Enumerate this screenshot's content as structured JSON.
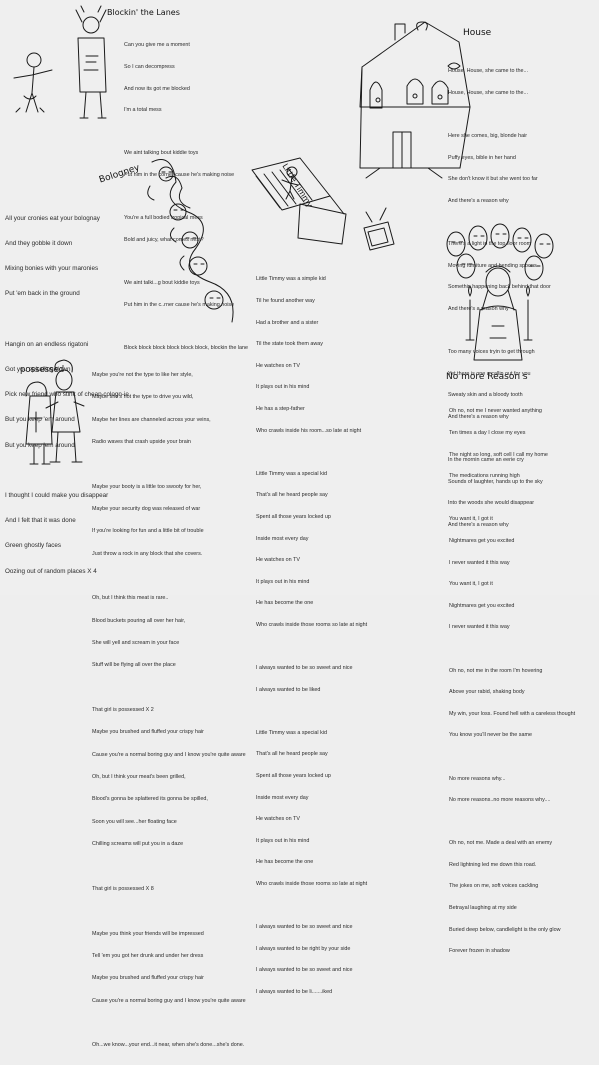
{
  "songs": {
    "blockin": {
      "title": "Blockin' the Lanes",
      "lines": [
        "Can you give me a moment",
        "So I can decompress",
        "And now its got me blocked",
        "I'm a total mess",
        "",
        "We aint talking bout kiddie toys",
        "Put him in the corner cause he's making noise",
        "",
        "You're a full bodied tropical mess",
        "Bold and juicy, what comes next?",
        "",
        "We aint talki...g bout kiddie toys",
        "Put him in the c..rner cause he's making noise",
        "",
        "Block block block block block block, blockin the lane"
      ]
    },
    "house": {
      "title": "House",
      "lines": [
        "House, House, she came to the...",
        "House, House, she came to the...",
        "",
        "Here she comes, big, blonde hair",
        "Puffy eyes, bible in her hand",
        "She don't know it but she went too far",
        "And there's a reason why",
        "",
        "There's a light in the top floor room",
        "Moving furniture and bending spoons",
        "Somethin happening back behind that door",
        "And there's a reason why",
        "",
        "Too many voices tryin to get through",
        "Yet there is one a callin out for you",
        "Sweaty skin and a bloody tooth",
        "And there's a reason why",
        "",
        "In the mornin came an eerie cry",
        "Sounds of laughter, hands up to the sky",
        "Into the woods she would disappear",
        "And there's a reason why"
      ]
    },
    "bologney": {
      "title": "Bologney",
      "lines": [
        "All your cronies eat your bolognay",
        "And they gobble it down",
        "Mixing bonies with your maronies",
        "Put 'em back in the ground",
        "",
        "Hangin on an endless rigatoni",
        "Got you spiralling down",
        "Pick new friend who stink of cheap cologn-ie",
        "But you keep 'em around",
        "But you keep 'em around",
        "",
        "I thought I could make you disappear",
        "And I felt that it was done",
        "Green ghostly faces",
        "Oozing out of random places X 4"
      ]
    },
    "timmy": {
      "title": "Little Timmy",
      "lines": [
        "Little Timmy was a simple kid",
        "Til he found another way",
        "Had a brother and a sister",
        "Til the state took them away",
        "He watches on TV",
        "It plays out in his mind",
        "He has a step-father",
        "Who crawls inside his room...so late at night",
        "",
        "Little Timmy was a special kid",
        "That's all he heard people say",
        "Spent all those years locked up",
        "Inside most every day",
        "He watches on TV",
        "It plays out in his mind",
        "He has become the one",
        "Who crawls inside those rooms so late at night",
        "",
        "I always wanted to be so sweet and nice",
        "I always wanted to be liked",
        "",
        "Little Timmy was a special kid",
        "That's all he heard people say",
        "Spent all those years locked up",
        "Inside most every day",
        "He watches on TV",
        "It plays out in his mind",
        "He has become the one",
        "Who crawls inside those rooms so late at night",
        "",
        "I always wanted to be so sweet and nice",
        "I always wanted to be right by your side",
        "I always wanted to be so sweet and nice",
        "I always wanted to be li.......iked"
      ]
    },
    "possessed": {
      "title": "possessed",
      "lines": [
        "Maybe you're not the type to like her style,",
        "Maybe she's not the type to drive you wild,",
        "Maybe her lines are channeled across your veins,",
        "Radio waves that crash upside your brain",
        "",
        "Maybe your booty is a little too swooty for her,",
        "Maybe your security dog was released of war",
        "If you're looking for fun and a little bit of trouble",
        "Just throw a rock in any block that she covers.",
        "",
        "Oh, but I think this meat is rare..",
        "Blood buckets pouring all over her hair,",
        "She will yell and scream in your face",
        "Stuff will be flying all over the place",
        "",
        "That girl is possessed X 2",
        "Maybe you brushed and fluffed your crispy hair",
        "Cause you're a normal boring guy and I know you're quite aware",
        "Oh, but I think your meat's been grilled,",
        "Blood's gonna be splattered its gonna be spilled,",
        "Soon you will see...her floating face",
        "Chilling screams will put you in a daze",
        "",
        "That girl is possessed X 8",
        "",
        "Maybe you think your friends will be impressed",
        "Tell 'em you got her drunk and under her dress",
        "Maybe you brushed and fluffed your crispy hair",
        "Cause you're a normal boring guy and I know you're quite aware",
        "",
        "Oh...we know...your end...it near, when she's done...she's done."
      ]
    },
    "noreasons": {
      "title": "No more Reason s",
      "lines": [
        "Oh no, not me I never wanted anything",
        "Ten times a day I close my eyes",
        "The night so long, soft cell I call my home",
        "The medications running high",
        "",
        "You want it, I got it",
        "Nightmares get you excited",
        "I never wanted it this way",
        "You want it, I got it",
        "Nightmares get you excited",
        "I never wanted it this way",
        "",
        "Oh no, not me in the room I'm hovering",
        "Above your rabid, shaking body",
        "My win, your loss. Found hell with a careless thought",
        "You know you'll never be the same",
        "",
        "No more reasons why...",
        "No more reasons..no more reasons why....",
        "",
        "Oh no, not me. Made a deal with an enemy",
        "Red lightning led me down this road.",
        "The jokes on me, soft voices cackling",
        "Betrayal laughing at my side",
        "Buried deep below, candlelight is the only glow",
        "Forever frozen in shadow"
      ]
    }
  }
}
